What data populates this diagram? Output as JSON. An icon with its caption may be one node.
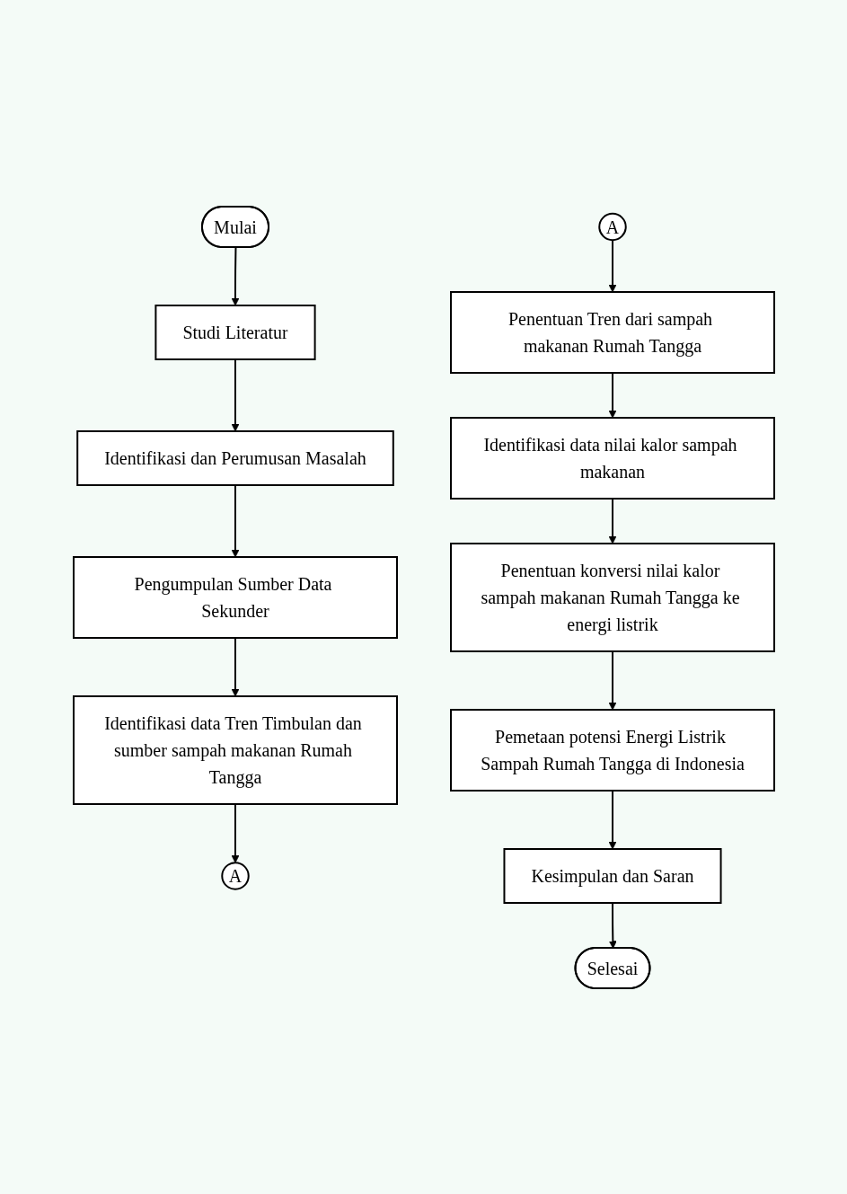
{
  "diagram": {
    "nodes": [
      {
        "text": [
          "Mulai"
        ]
      },
      {
        "text": [
          "Studi Literatur"
        ]
      },
      {
        "text": [
          "Identifikasi dan Perumusan Masalah"
        ]
      },
      {
        "text": [
          "Pengumpulan Sumber Data Sekunder"
        ]
      },
      {
        "text": [
          "Identifikasi data Tren Timbulan dan sumber sampah makanan Rumah Tangga"
        ]
      },
      {
        "text": [
          "A"
        ]
      },
      {
        "text": [
          "A"
        ]
      },
      {
        "text": [
          "Penentuan Tren dari sampah makanan Rumah Tangga"
        ]
      },
      {
        "text": [
          "Identifikasi data nilai kalor sampah makanan"
        ]
      },
      {
        "text": [
          "Penentuan konversi nilai kalor sampah makanan Rumah Tangga ke energi listrik"
        ]
      },
      {
        "text": [
          "Pemetaan potensi Energi Listrik Sampah Rumah Tangga di Indonesia"
        ]
      },
      {
        "text": [
          "Kesimpulan dan Saran"
        ]
      },
      {
        "text": [
          "Selesai"
        ]
      }
    ],
    "edges": [
      {
        "from": 0,
        "to": 1,
        "arrow": "to"
      },
      {
        "from": 1,
        "to": 2,
        "arrow": "to"
      },
      {
        "from": 2,
        "to": 3,
        "arrow": "to"
      },
      {
        "from": 3,
        "to": 4,
        "arrow": "to"
      },
      {
        "from": 4,
        "to": 5,
        "arrow": "to"
      },
      {
        "from": 6,
        "to": 7,
        "arrow": "to"
      },
      {
        "from": 7,
        "to": 8,
        "arrow": "to"
      },
      {
        "from": 8,
        "to": 9,
        "arrow": "to"
      },
      {
        "from": 9,
        "to": 10,
        "arrow": "to"
      },
      {
        "from": 10,
        "to": 11,
        "arrow": "to"
      },
      {
        "from": 11,
        "to": 12,
        "arrow": "to"
      }
    ]
  }
}
